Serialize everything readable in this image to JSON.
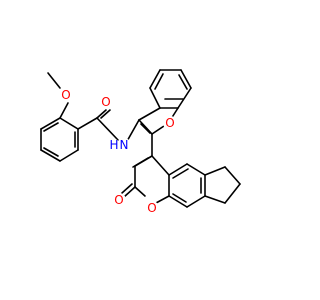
{
  "atoms": {
    "methoxy_oxygen": "O",
    "carbonyl_oxygen": "O",
    "amide_nitrogen": "N",
    "amide_hydrogen": "H",
    "furan_oxygen": "O",
    "lactone_carbonyl_oxygen": "O",
    "ring_oxygen": "O"
  },
  "colors": {
    "bond": "#000000",
    "oxygen": "#ff0000",
    "nitrogen": "#0000ff"
  }
}
